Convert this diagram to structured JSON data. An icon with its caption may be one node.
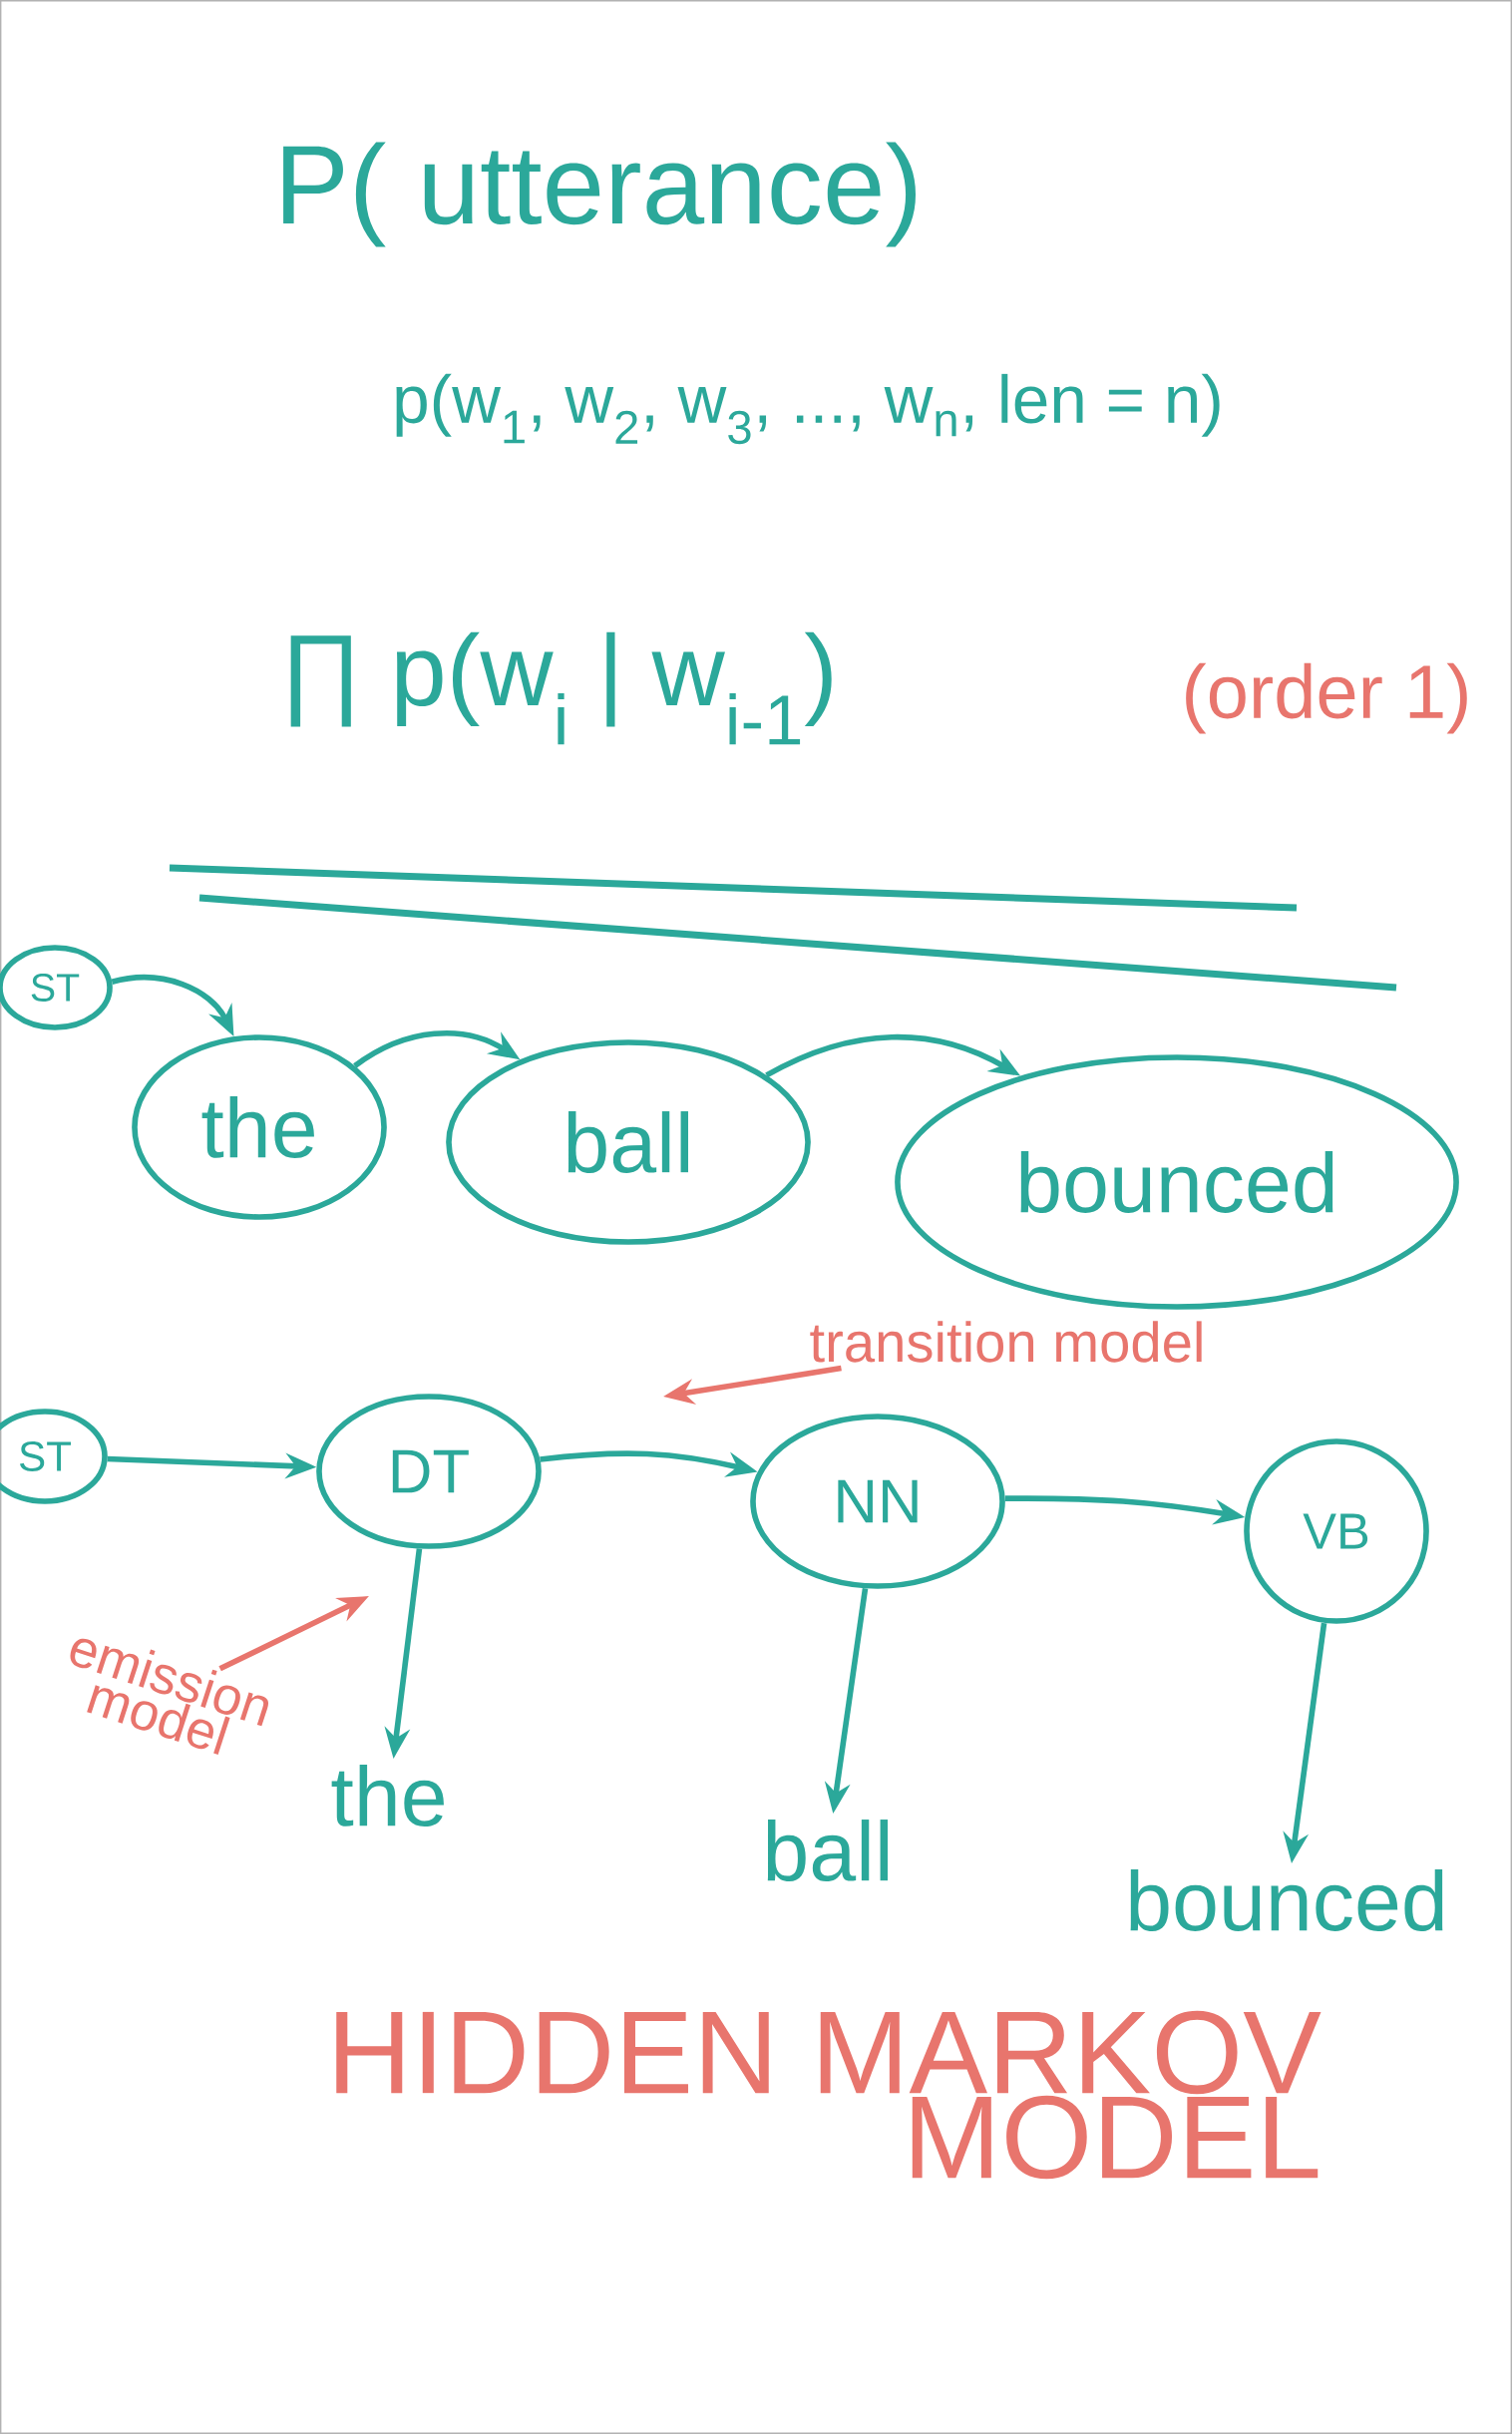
{
  "diagram": {
    "nodes": [
      {
        "text": [
          "ST"
        ]
      },
      {
        "text": [
          "the"
        ]
      },
      {
        "text": [
          "ball"
        ]
      },
      {
        "text": [
          "bounced"
        ]
      },
      {
        "text": [
          "ST"
        ]
      },
      {
        "text": [
          "DT"
        ]
      },
      {
        "text": [
          "NN"
        ]
      },
      {
        "text": [
          "VB"
        ]
      },
      {
        "text": [
          "the"
        ]
      },
      {
        "text": [
          "ball"
        ]
      },
      {
        "text": [
          "bounced"
        ]
      },
      {
        "text": [
          "transition model"
        ]
      },
      {
        "text": [
          "emission model"
        ]
      }
    ],
    "edges": [
      {
        "from": 0,
        "to": 1,
        "arrow": "to"
      },
      {
        "from": 1,
        "to": 2,
        "arrow": "to"
      },
      {
        "from": 2,
        "to": 3,
        "arrow": "to"
      },
      {
        "from": 4,
        "to": 5,
        "arrow": "to"
      },
      {
        "from": 5,
        "to": 6,
        "arrow": "to"
      },
      {
        "from": 6,
        "to": 7,
        "arrow": "to"
      },
      {
        "from": 5,
        "to": 8,
        "arrow": "to"
      },
      {
        "from": 6,
        "to": 9,
        "arrow": "to"
      },
      {
        "from": 7,
        "to": 10,
        "arrow": "to"
      },
      {
        "from": 11,
        "to": null,
        "arrow": "to",
        "color": "#e8756d"
      },
      {
        "from": 12,
        "to": null,
        "arrow": "to",
        "color": "#e8756d"
      }
    ],
    "labels": [
      "P( utterance)",
      "p(w$_{1}$, w$_{2}$, w$_{3}$, ..., w$_{n}$, len = n)",
      "∏ p(w$_{i}$ | w$_{i-1}$)",
      "(order 1)",
      "HIDDEN MARKOV MODEL"
    ]
  }
}
